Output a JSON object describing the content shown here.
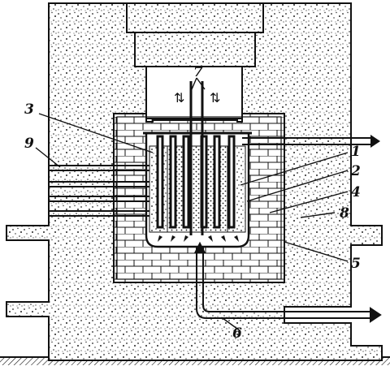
{
  "diagram": {
    "kind": "reactor cross-section",
    "callouts": {
      "c1": "1",
      "c2": "2",
      "c3": "3",
      "c4": "4",
      "c5": "5",
      "c6": "6",
      "c7": "7",
      "c8": "8",
      "c9": "9"
    },
    "flow_marks": {
      "left": "⇅",
      "right": "⇅"
    },
    "colors": {
      "ink": "#111111",
      "paper": "#ffffff",
      "concrete_dot": "#222222"
    }
  }
}
